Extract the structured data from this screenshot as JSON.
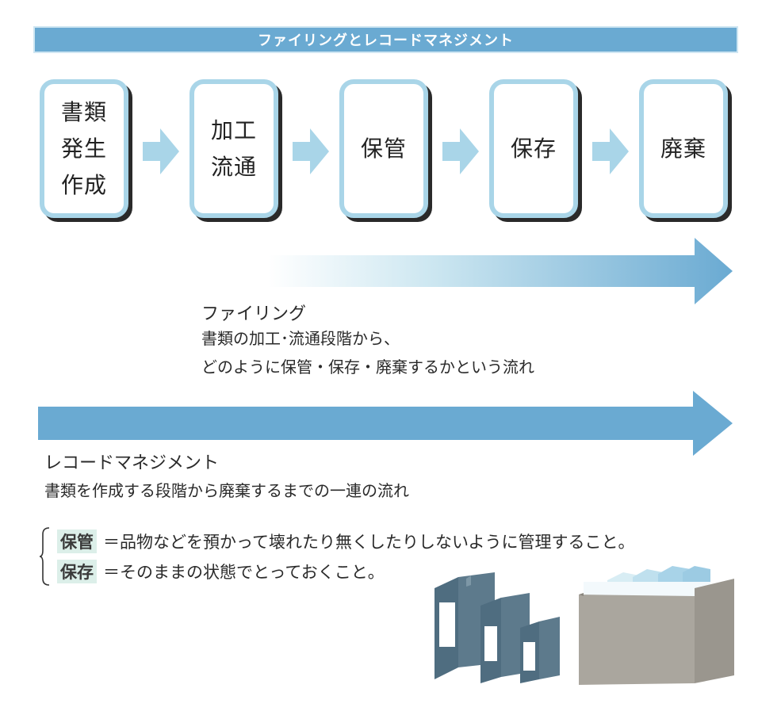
{
  "title": "ファイリングとレコードマネジメント",
  "steps": [
    {
      "lines": [
        "書類",
        "発生",
        "作成"
      ]
    },
    {
      "lines": [
        "加工",
        "流通"
      ]
    },
    {
      "lines": [
        "保管"
      ]
    },
    {
      "lines": [
        "保存"
      ]
    },
    {
      "lines": [
        "廃棄"
      ]
    }
  ],
  "filing": {
    "heading": "ファイリング",
    "line1": "書類の加工･流通段階から、",
    "line2": "どのように保管・保存・廃棄するかという流れ"
  },
  "records": {
    "heading": "レコードマネジメント",
    "line1": "書類を作成する段階から廃棄するまでの一連の流れ"
  },
  "definitions": [
    {
      "term": "保管",
      "desc": "＝品物などを預かって壊れたり無くしたりしないように管理すること。"
    },
    {
      "term": "保存",
      "desc": "＝そのままの状態でとっておくこと。"
    }
  ],
  "colors": {
    "accent": "#6aaad2",
    "box_border": "#a9d5e8",
    "term_highlight": "#dcefe9",
    "binder": "#5d7a8c",
    "box_gray": "#a8a49c"
  },
  "icons": {
    "binders": "binders-icon",
    "file-box": "file-box-icon"
  }
}
